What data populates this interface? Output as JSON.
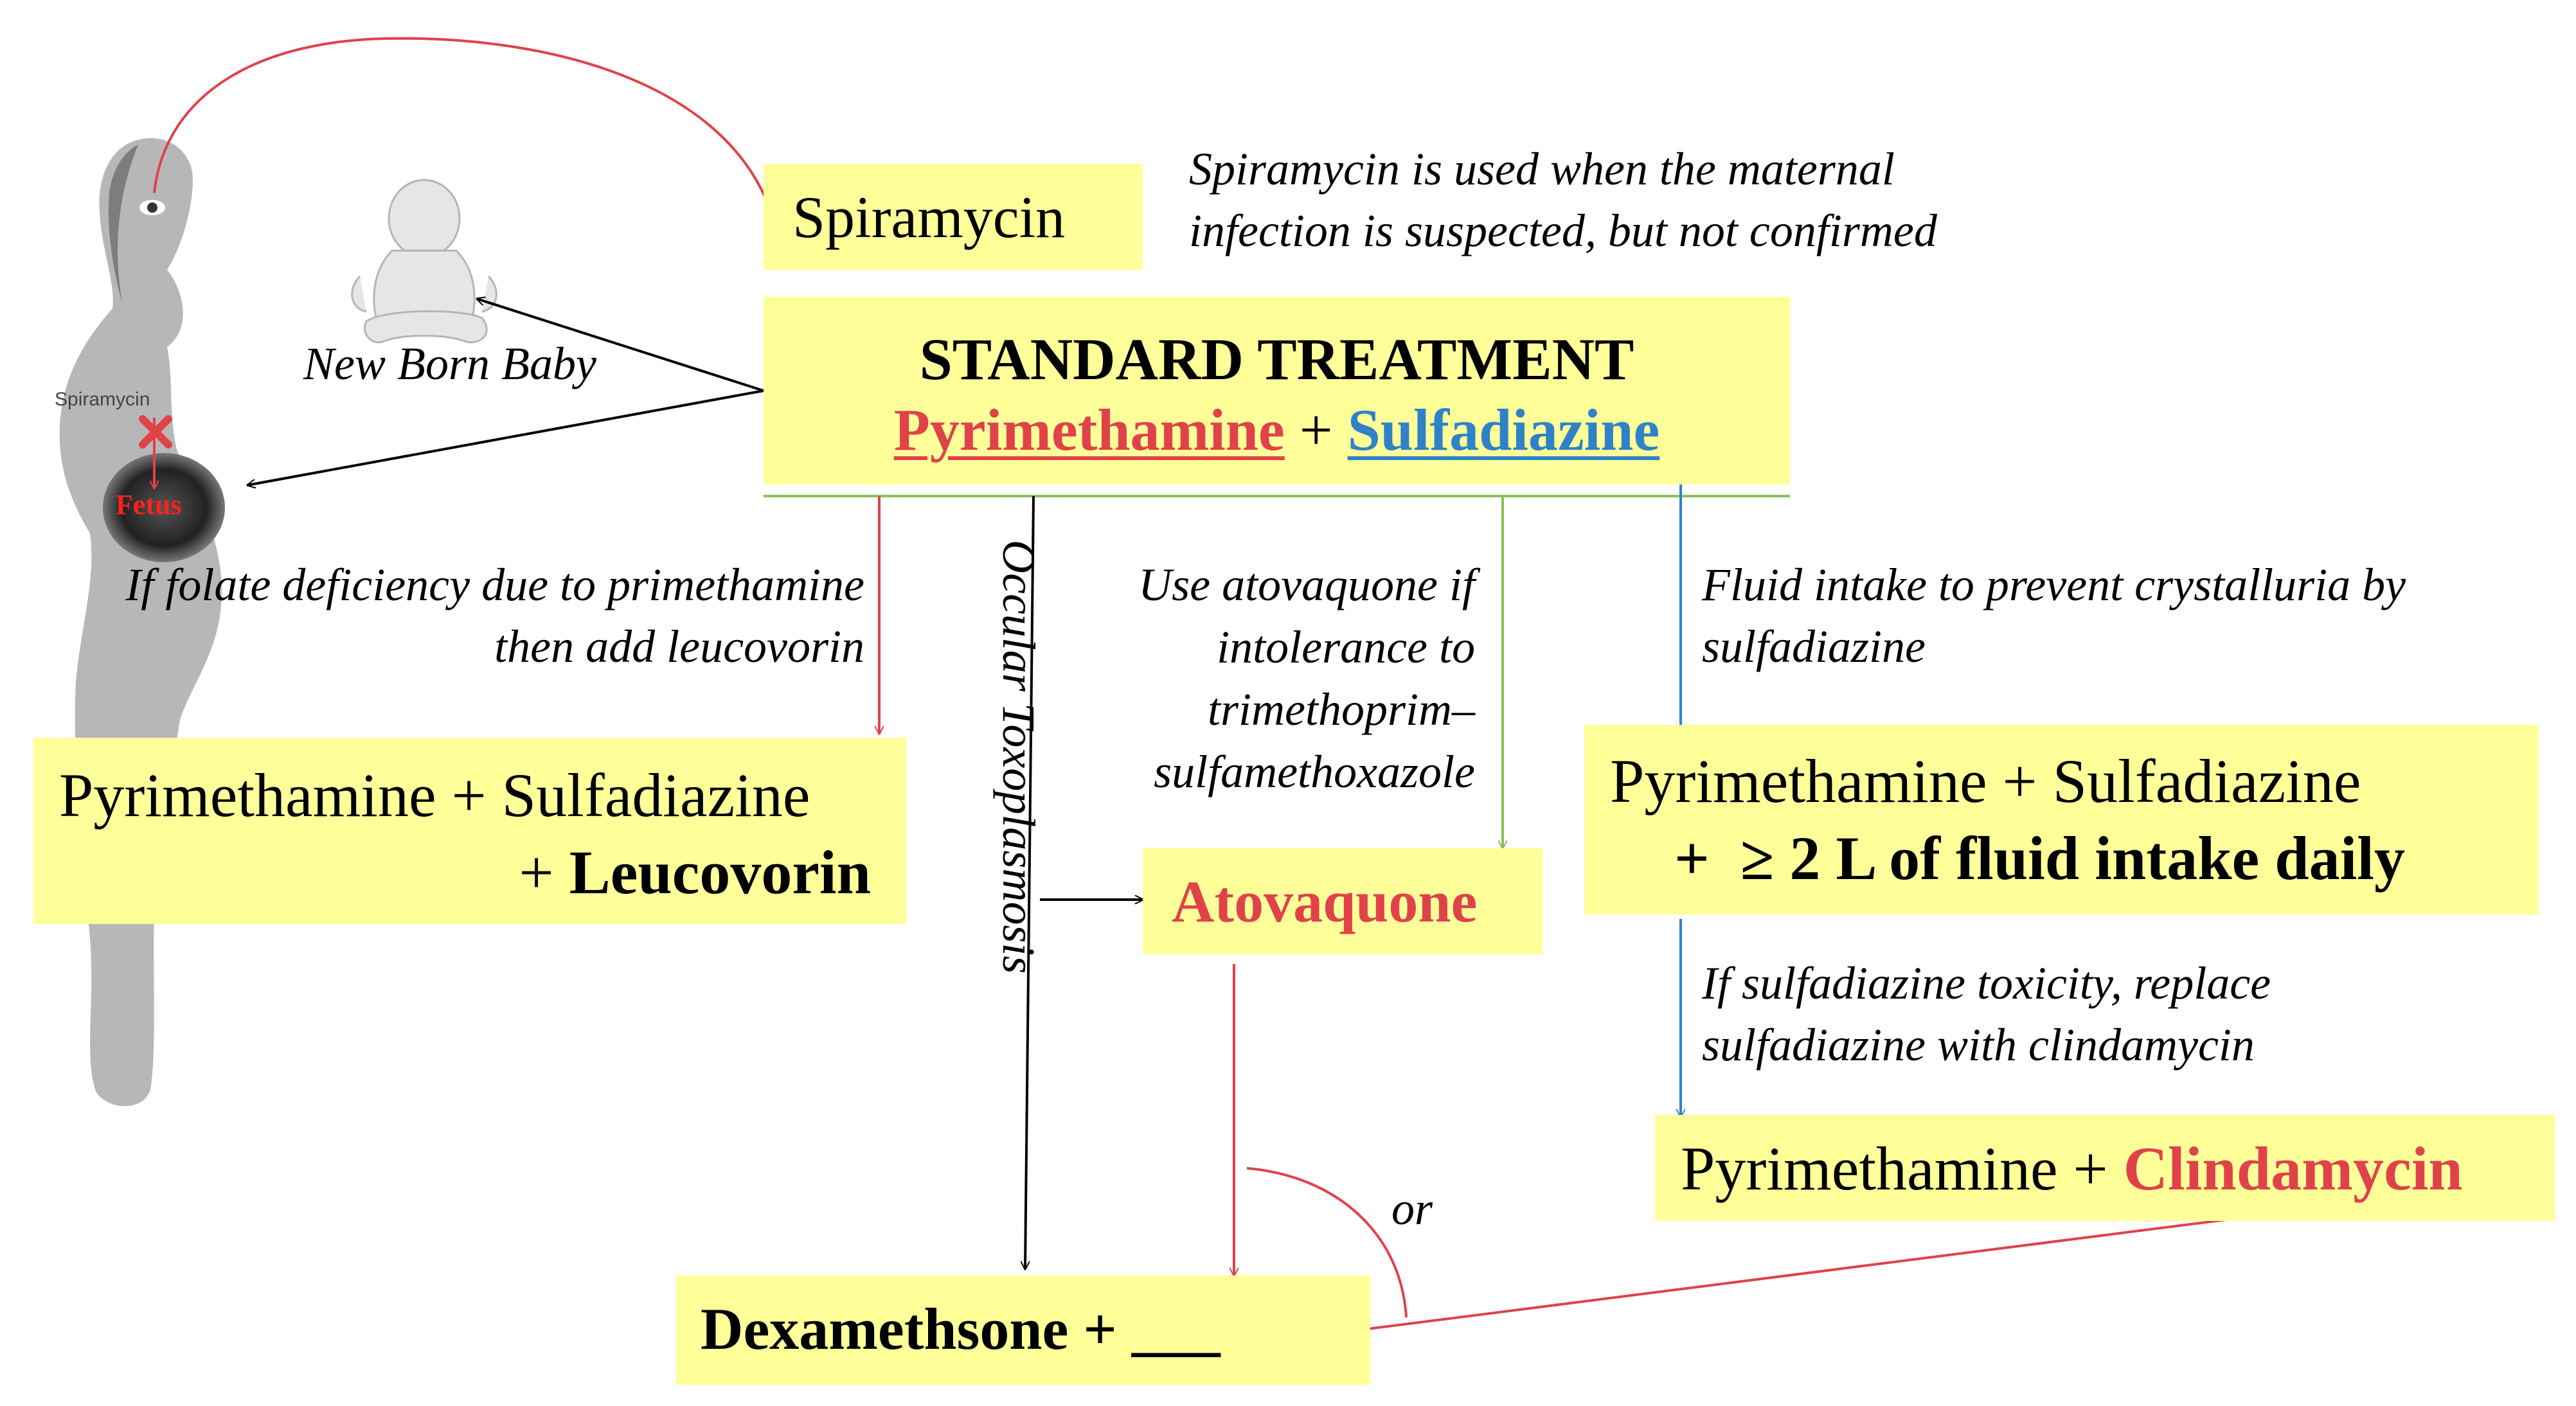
{
  "figure": {
    "woman_label": "Spiramycin",
    "fetus_label": "Fetus",
    "baby_label": "New Born Baby"
  },
  "spiramycin": {
    "label": "Spiramycin",
    "note_line1": "Spiramycin is used when the maternal",
    "note_line2": "infection is suspected, but not confirmed"
  },
  "standard": {
    "title": "STANDARD TREATMENT",
    "drug1": "Pyrimethamine",
    "plus": "+",
    "drug2": "Sulfadiazine"
  },
  "branch_left": {
    "note_line1": "If folate deficiency due to primethamine",
    "note_line2": "then add leucovorin",
    "box_line1": "Pyrimethamine + Sulfadiazine",
    "box_plus": "+",
    "box_bold": "Leucovorin"
  },
  "branch_ocular": {
    "label": "Occular Toxoplasmosis"
  },
  "branch_atovaquone": {
    "note_line1": "Use atovaquone if",
    "note_line2": "intolerance to",
    "note_line3": "trimethoprim–",
    "note_line4": "sulfamethoxazole",
    "box": "Atovaquone"
  },
  "branch_right": {
    "note_line1": "Fluid intake to prevent crystalluria by",
    "note_line2": "sulfadiazine",
    "box_line1": "Pyrimethamine + Sulfadiazine",
    "box_line2": "+  ≥ 2 L of fluid intake daily",
    "note2_line1": "If sulfadiazine toxicity, replace",
    "note2_line2": "sulfadiazine with clindamycin",
    "box2_drug1": "Pyrimethamine +",
    "box2_drug2": "Clindamycin"
  },
  "bottom": {
    "or_label": "or",
    "box_text": "Dexamethsone + ___"
  },
  "colors": {
    "box_fill": "#ffff99",
    "red": "#e0424a",
    "blue": "#2f82c8",
    "green": "#8cbf5a"
  }
}
